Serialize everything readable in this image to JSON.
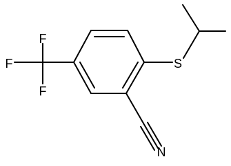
{
  "molecule": {
    "atoms": {
      "fluorine_top": "F",
      "fluorine_left": "F",
      "fluorine_bottom": "F",
      "sulfur": "S",
      "nitrogen": "N"
    }
  }
}
